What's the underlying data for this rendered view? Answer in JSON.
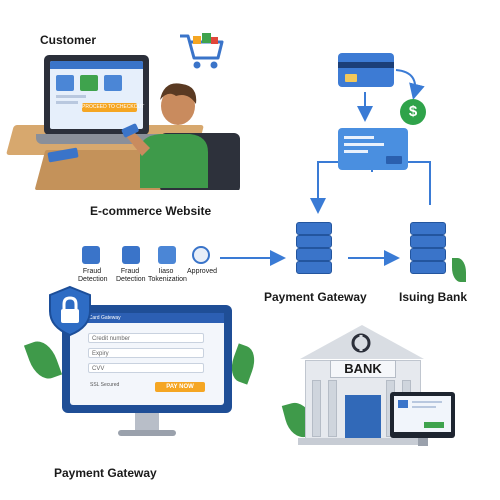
{
  "labels": {
    "customer": "Customer",
    "ecommerce": "E-commerce Website",
    "payment_gateway_center": "Payment Gateway",
    "issuing_bank": "Isuing Bank",
    "payment_gateway_bottom": "Payment Gateway"
  },
  "laptop": {
    "button": "PROCEED TO CHECKOUT"
  },
  "fraud_steps": [
    {
      "label": "Fraud\nDetection"
    },
    {
      "label": "Fraud\nDetection"
    },
    {
      "label": "Iiaso\nTokenization"
    },
    {
      "label": "Approved"
    }
  ],
  "form": {
    "title": "Credit Card Gateway",
    "fields": [
      "Credit number",
      "Expiry",
      "CVV"
    ],
    "ssl": "SSL Secured",
    "pay_button": "PAY NOW"
  },
  "bank": {
    "sign": "BANK"
  },
  "colors": {
    "primary_blue": "#3a74c9",
    "accent_orange": "#f5a623",
    "green": "#2fa34a",
    "arrow": "#3a7bd5"
  },
  "icons": {
    "cart": "shopping-cart-icon",
    "shield": "lock-shield-icon",
    "dollar": "dollar-coin-icon"
  }
}
